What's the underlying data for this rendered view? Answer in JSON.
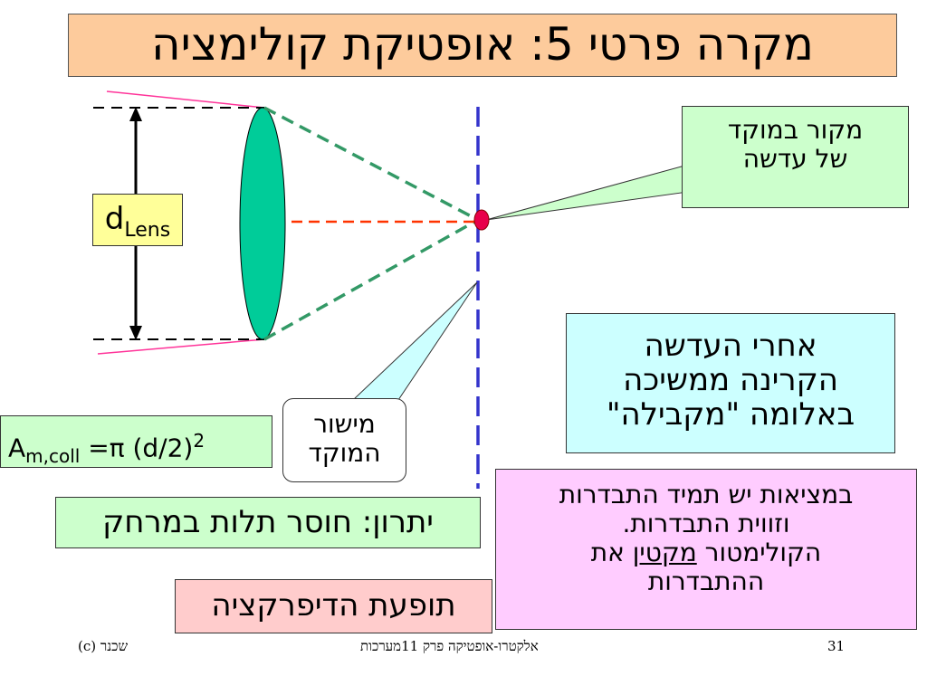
{
  "title": "מקרה פרטי 5: אופטיקת קולימציה",
  "d_lens": {
    "base": "d",
    "sub": "Lens"
  },
  "focal_callout": {
    "line1": "מקור במוקד",
    "line2": "של עדשה"
  },
  "plane_callout": {
    "line1": "מישור",
    "line2": "המוקד"
  },
  "parallel_box": {
    "line1": "אחרי העדשה",
    "line2": "הקרינה ממשיכה",
    "line3": "באלומה \"מקבילה\""
  },
  "area_formula": {
    "base": "A",
    "sub": "m,coll",
    "rest": " =π (d/2)",
    "sup": "2"
  },
  "advantage": "יתרון: חוסר תלות במרחק",
  "diffraction": "תופעת הדיפרקציה",
  "reality_box": {
    "line1": "במציאות יש  תמיד התבדרות",
    "line2": "וזווית התבדרות.",
    "line3a": "הקולימטור ",
    "line3u": "מקטין",
    "line3b": " את",
    "line4": "ההתבדרות"
  },
  "footer": {
    "left": "שכנר (c)",
    "center": "אלקטרו-אופטיקה פרק 11מערכות",
    "right": "31"
  },
  "colors": {
    "title_bg": "#fdcb9c",
    "lens": "#00cc99",
    "rays": "#339966",
    "axis": "#ff3300",
    "focal_plane": "#3333cc",
    "source": "#e8004a",
    "divergence": "#ff3399"
  }
}
